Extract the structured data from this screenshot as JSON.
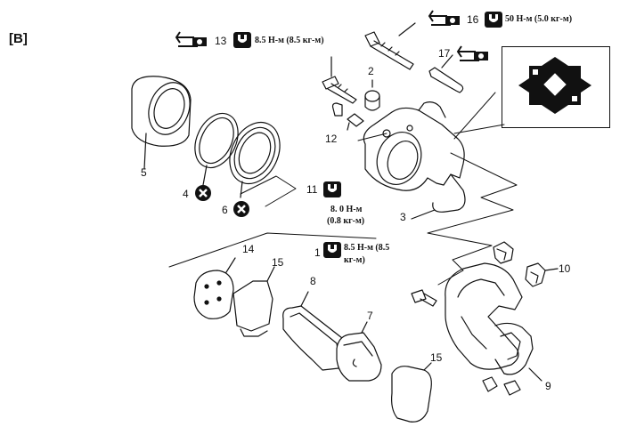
{
  "section_label": "[B]",
  "callouts": {
    "c1": "1",
    "c2": "2",
    "c3": "3",
    "c4": "4",
    "c5": "5",
    "c6": "6",
    "c7": "7",
    "c8": "8",
    "c9": "9",
    "c10": "10",
    "c11": "11",
    "c12": "12",
    "c13": "13",
    "c14": "14",
    "c15a": "15",
    "c15b": "15",
    "c16": "16",
    "c17": "17"
  },
  "torque": {
    "t13": "8.5 Н-м (8.5 кг-м)",
    "t16": "50 Н-м (5.0 кг-м)",
    "t11_line1": "8. 0 Н-м",
    "t11_line2": "(0.8 кг-м)",
    "t1_line1": "8.5 Н-м (8.5",
    "t1_line2": "кг-м)"
  },
  "icons": {
    "torque_tool": "torque-wrench-icon",
    "torque_spec": "torque-spec-icon",
    "no_reuse": "do-not-reuse-icon",
    "grease_pattern": "grease-pattern-icon"
  },
  "colors": {
    "ink": "#111111",
    "paper": "#ffffff"
  }
}
